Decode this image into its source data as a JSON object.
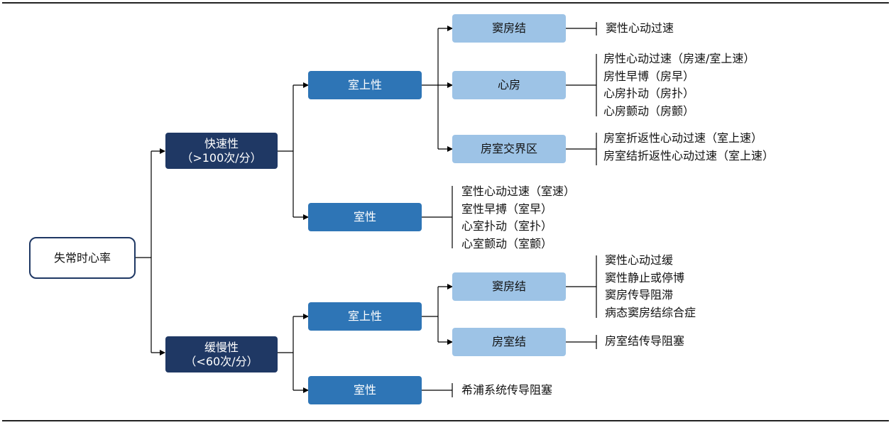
{
  "root": "失常时心率",
  "fast": {
    "title": "快速性",
    "sub": "（>100次/分）"
  },
  "slow": {
    "title": "缓慢性",
    "sub": "（<60次/分）"
  },
  "fast_supra": "室上性",
  "fast_vent": "室性",
  "slow_supra": "室上性",
  "slow_vent": "室性",
  "sinus_fast": "窦房结",
  "atrial": "心房",
  "av_junction": "房室交界区",
  "sinus_slow": "窦房结",
  "av_node": "房室结",
  "sinus_fast_items": [
    "窦性心动过速"
  ],
  "atrial_items": [
    "房性心动过速（房速/室上速）",
    "房性早博（房早）",
    "心房扑动（房扑）",
    "心房颤动（房颤）"
  ],
  "av_junction_items": [
    "房室折返性心动过速（室上速）",
    "房室结折返性心动过速（室上速）"
  ],
  "fast_vent_items": [
    "室性心动过速（室速）",
    "室性早搏（室早）",
    "心室扑动（室扑）",
    "心室颤动（室颤）"
  ],
  "sinus_slow_items": [
    "窦性心动过缓",
    "窦性静止或停博",
    "窦房传导阻滞",
    "病态窦房结综合症"
  ],
  "av_node_items": [
    "房室结传导阻塞"
  ],
  "slow_vent_items": [
    "希浦系统传导阻塞"
  ]
}
